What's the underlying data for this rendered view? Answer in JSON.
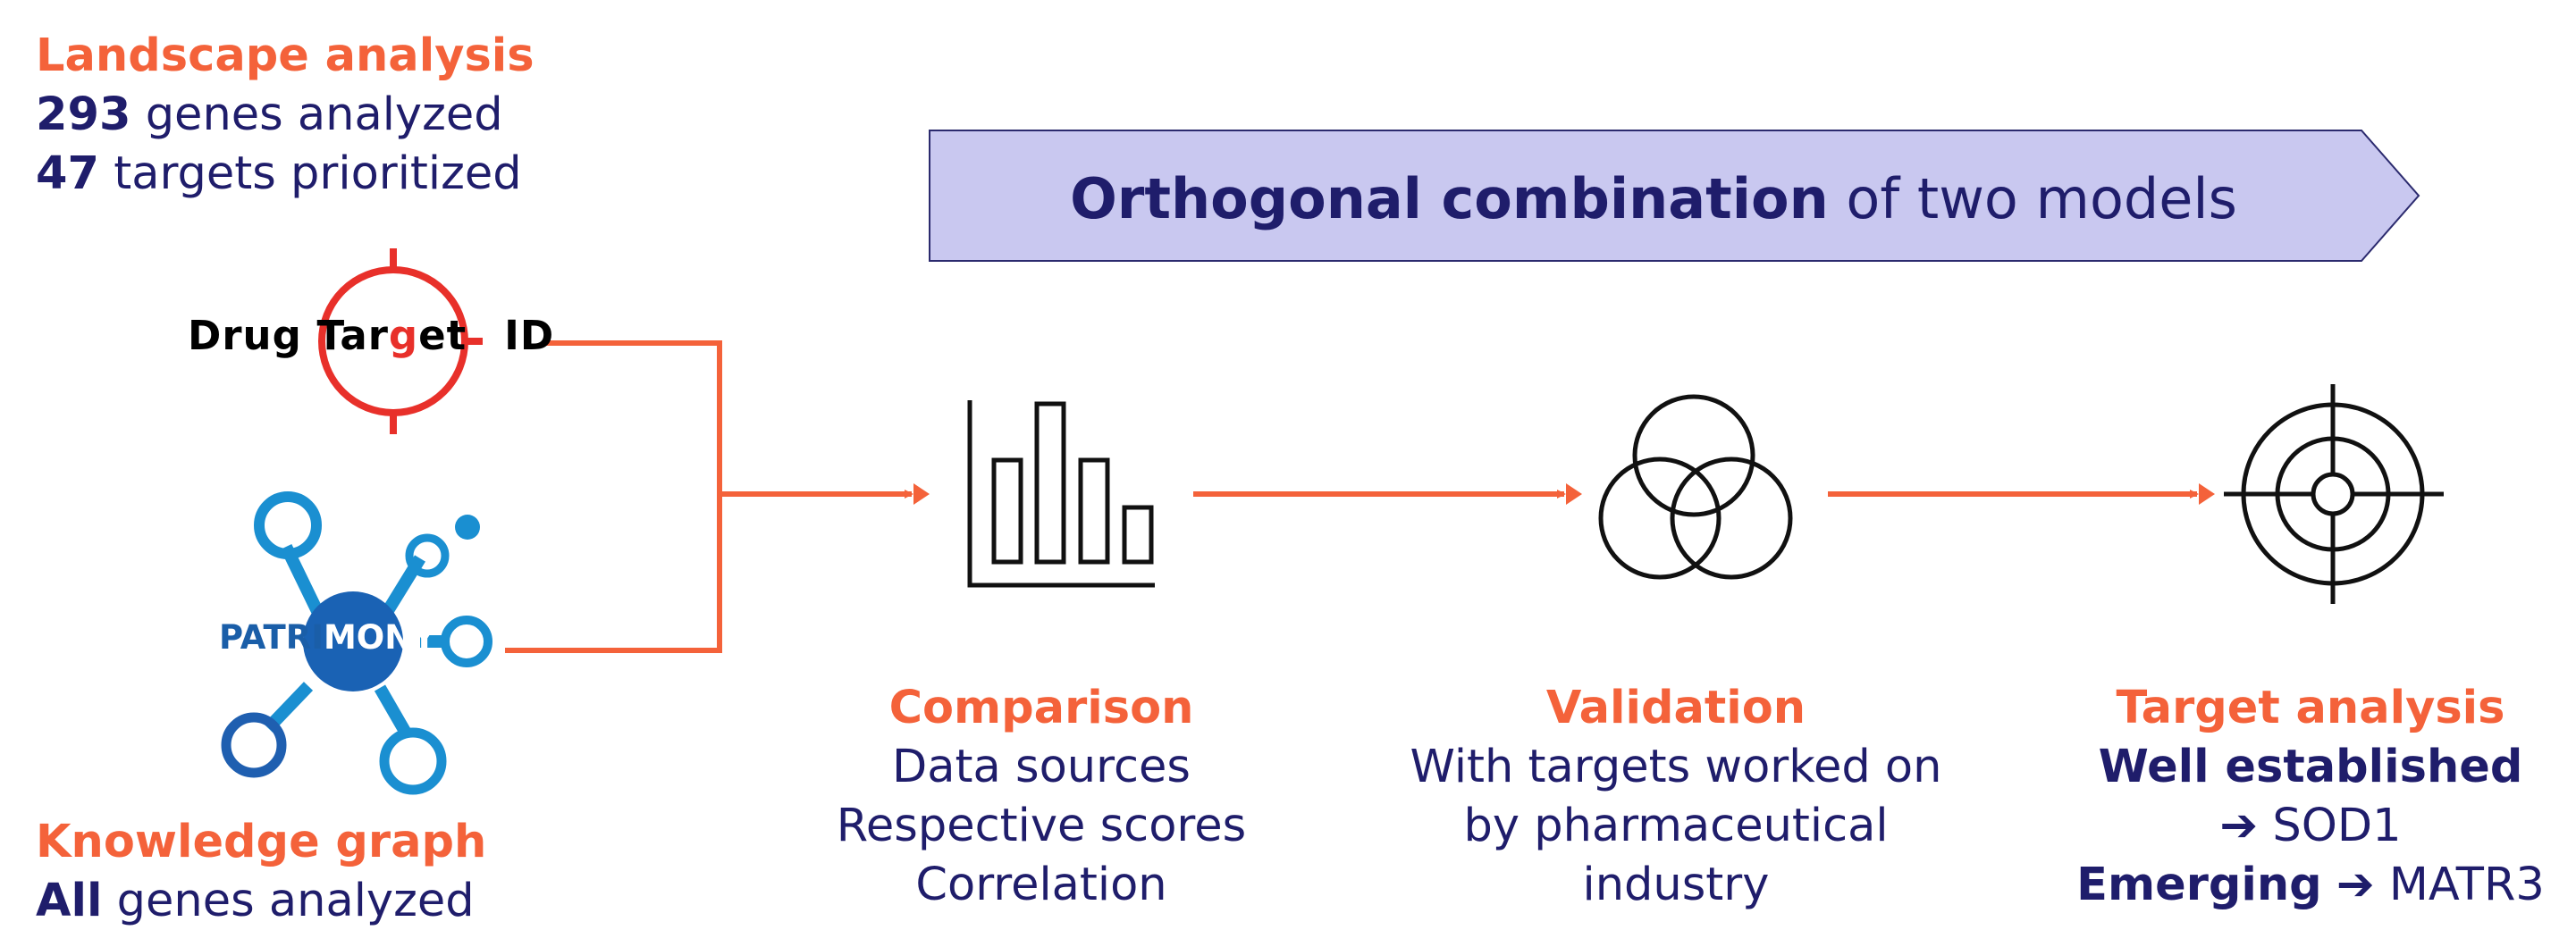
{
  "landscape": {
    "heading": "Landscape analysis",
    "genes_count": "293",
    "genes_text": "genes analyzed",
    "targets_count": "47",
    "targets_text": "targets prioritized"
  },
  "banner": {
    "bold": "Orthogonal combination",
    "rest": "of two models"
  },
  "logos": {
    "drugtarget_a": "Drug Tar",
    "drugtarget_g": "g",
    "drugtarget_b": "et",
    "drugtarget_c": "ID",
    "patrimony_a": "PATRI",
    "patrimony_b": "MONY"
  },
  "knowledge": {
    "heading": "Knowledge graph",
    "all": "All",
    "rest": "genes analyzed"
  },
  "steps": {
    "comparison": {
      "title": "Comparison",
      "lines": [
        "Data sources",
        "Respective scores",
        "Correlation"
      ]
    },
    "validation": {
      "title": "Validation",
      "lines": [
        "With targets worked on",
        "by pharmaceutical",
        "industry"
      ]
    },
    "target": {
      "title": "Target analysis",
      "well": "Well established",
      "arrow1": "➔",
      "sod1": "SOD1",
      "emerging": "Emerging",
      "arrow2": "➔",
      "matr3": "MATR3"
    }
  },
  "icons": [
    "bar-chart-icon",
    "venn-diagram-icon",
    "target-icon",
    "drug-target-logo",
    "patrimony-logo"
  ],
  "colors": {
    "accent": "#f4623a",
    "navy": "#1f1d6b",
    "banner_fill": "#c9c8f0",
    "banner_stroke": "#2b2a6e",
    "logo_red": "#e8302a",
    "logo_blue": "#1a8fd1"
  }
}
